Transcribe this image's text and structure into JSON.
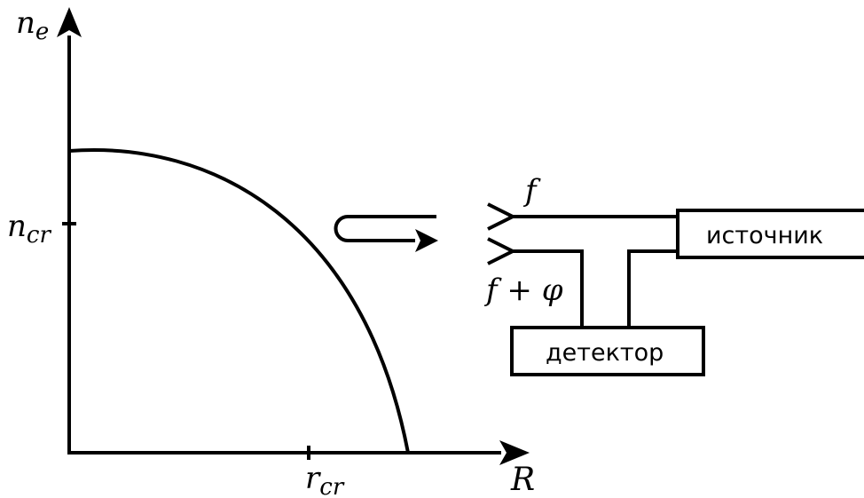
{
  "plot": {
    "y_axis_label": "n",
    "y_axis_label_sub": "e",
    "x_axis_label": "R",
    "y_tick_label": "n",
    "y_tick_label_sub": "cr",
    "x_tick_label": "r",
    "x_tick_label_sub": "cr"
  },
  "scheme": {
    "probe_upper_label": "f",
    "probe_lower_label": "f + φ",
    "source_box_label": "источник",
    "detector_box_label": "детектор"
  },
  "colors": {
    "line": "#000000",
    "background": "#ffffff"
  }
}
